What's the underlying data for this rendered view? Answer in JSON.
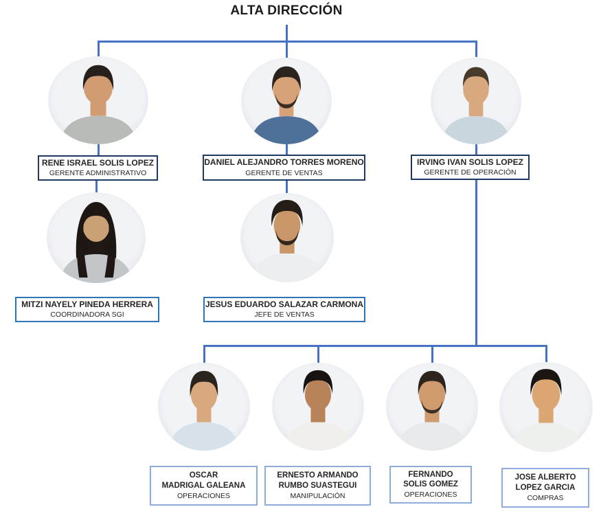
{
  "title": "ALTA DIRECCIÓN",
  "colors": {
    "connector": "#4472C4",
    "level1_border": "#1F3864",
    "level2_border": "#2E75B6",
    "level3_border": "#8FAADC",
    "text": "#262626",
    "box_bg": "#FFFFFF"
  },
  "people": [
    {
      "lines": [
        "RENE ISRAEL SOLIS LOPEZ"
      ],
      "role": "GERENTE ADMINISTRATIVO",
      "avatar": {
        "skin": "#d29c72",
        "hair": "#261f1c",
        "beard": "none",
        "shirt": "#b7bcb8"
      }
    },
    {
      "lines": [
        "DANIEL ALEJANDRO TORRES MORENO"
      ],
      "role": "GERENTE DE VENTAS",
      "avatar": {
        "skin": "#d7a277",
        "hair": "#2b231e",
        "beard": "#3a2d23",
        "shirt": "#4e7099"
      }
    },
    {
      "lines": [
        "IRVING IVAN SOLIS LOPEZ"
      ],
      "role": "GERENTE DE OPERACIÓN",
      "avatar": {
        "skin": "#d8a87e",
        "hair": "#4a3a2c",
        "beard": "none",
        "shirt": "#c9d6dd"
      }
    },
    {
      "lines": [
        "MITZI NAYELY PINEDA HERRERA"
      ],
      "role": "COORDINADORA SGI",
      "avatar": {
        "skin": "#caa075",
        "hair": "#1e1713",
        "beard": "none",
        "shirt": "#c2c6c8"
      }
    },
    {
      "lines": [
        "JESUS EDUARDO SALAZAR CARMONA"
      ],
      "role": "JEFE DE VENTAS",
      "avatar": {
        "skin": "#c89668",
        "hair": "#241c16",
        "beard": "#32271d",
        "shirt": "#eceef0"
      }
    },
    {
      "lines": [
        "OSCAR",
        "MADRIGAL GALEANA"
      ],
      "role": "OPERACIONES",
      "avatar": {
        "skin": "#d8a97f",
        "hair": "#2a231e",
        "beard": "none",
        "shirt": "#d6e1e9"
      }
    },
    {
      "lines": [
        "ERNESTO ARMANDO",
        "RUMBO SUASTEGUI"
      ],
      "role": "MANIPULACIÓN",
      "avatar": {
        "skin": "#b9835a",
        "hair": "#181310",
        "beard": "none",
        "shirt": "#f0efec"
      }
    },
    {
      "lines": [
        "FERNANDO",
        "SOLIS GOMEZ"
      ],
      "role": "OPERACIONES",
      "avatar": {
        "skin": "#cf9b6e",
        "hair": "#2c241d",
        "beard": "#3c3026",
        "shirt": "#e7ebeb"
      }
    },
    {
      "lines": [
        "JOSE ALBERTO",
        "LOPEZ GARCIA"
      ],
      "role": "COMPRAS",
      "avatar": {
        "skin": "#dba671",
        "hair": "#1c1612",
        "beard": "none",
        "shirt": "#eef0ee"
      }
    }
  ]
}
